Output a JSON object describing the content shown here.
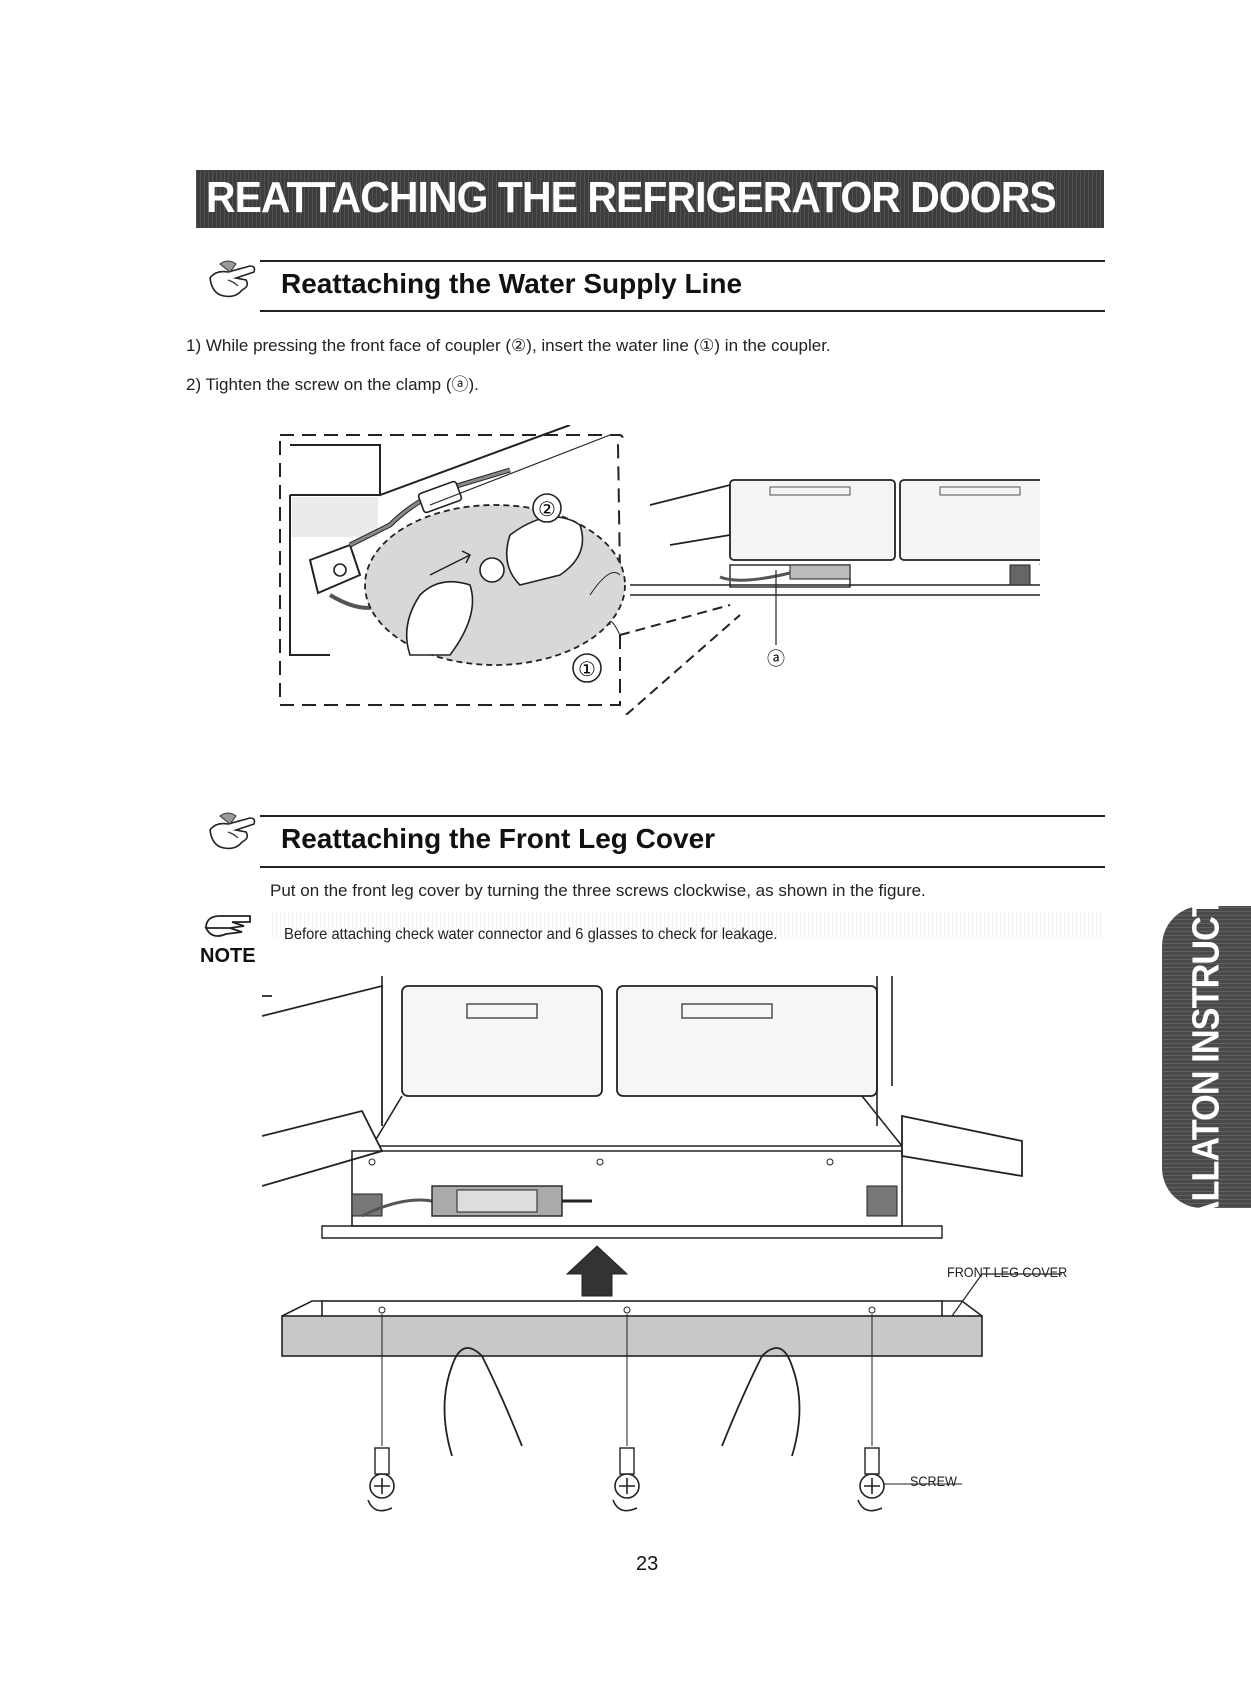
{
  "page": {
    "banner_title": "REATTACHING THE REFRIGERATOR DOORS",
    "side_tab": "INSTALLATON INSTRUCTIONS",
    "page_number": "23"
  },
  "section_water": {
    "title": "Reattaching the Water Supply Line",
    "steps": [
      "1) While pressing the front face of coupler (②), insert the water line (①) in the coupler.",
      "2) Tighten the screw on the clamp (ⓐ)."
    ],
    "figure_labels": {
      "coupler": "②",
      "water_line": "①",
      "clamp": "ⓐ"
    }
  },
  "section_leg": {
    "title": "Reattaching the Front  Leg Cover",
    "instruction": "Put on the front leg cover by turning the three screws clockwise, as shown in the figure.",
    "note_label": "NOTE",
    "note_text": "Before attaching check water connector and 6 glasses to check for leakage.",
    "figure_labels": {
      "front_leg_cover": "FRONT LEG  COVER",
      "screw": "SCREW"
    }
  },
  "colors": {
    "banner": "#3d3d3d",
    "side_tab": "#4a4a4a",
    "text": "#111111"
  }
}
